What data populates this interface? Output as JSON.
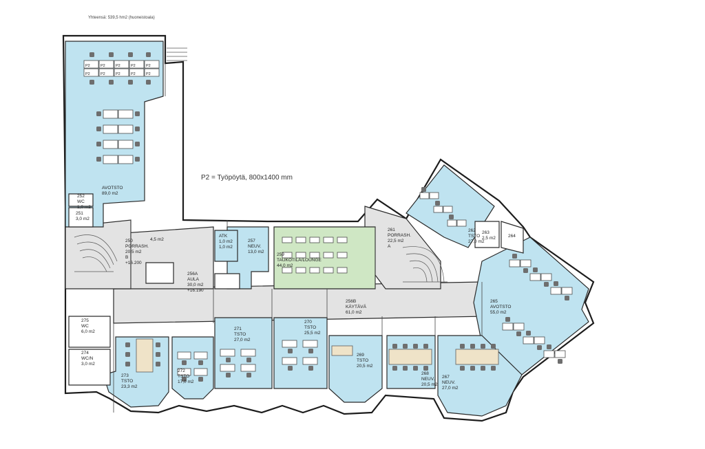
{
  "header": {
    "area_text": "Yhteensä: 539,5 hm2 (huoneistoala)"
  },
  "legend": {
    "text": "P2 = Työpöytä, 800x1400 mm"
  },
  "desk_tag": "P2",
  "rooms": [
    {
      "id": "avotsto-left",
      "lines": [
        "AVOTSTO",
        "89,0 m2"
      ]
    },
    {
      "id": "252",
      "lines": [
        "252",
        "WC",
        "1,0 m2"
      ]
    },
    {
      "id": "251",
      "lines": [
        "251",
        "3,0 m2"
      ]
    },
    {
      "id": "250",
      "lines": [
        "250",
        "PORRASH.",
        "20,5 m2",
        "B",
        "+16.200"
      ]
    },
    {
      "id": "253",
      "lines": [
        "4,5 m2"
      ]
    },
    {
      "id": "256A",
      "lines": [
        "256A",
        "AULA",
        "30,0 m2",
        "+16.190"
      ]
    },
    {
      "id": "atk",
      "lines": [
        "ATK",
        "1,0 m2",
        "1,0 m2"
      ]
    },
    {
      "id": "257",
      "lines": [
        "257",
        "NEUV.",
        "13,0 m2"
      ]
    },
    {
      "id": "259",
      "lines": [
        "259",
        "TAUKOTILA/LOUNGE",
        "44,0 m2"
      ]
    },
    {
      "id": "261",
      "lines": [
        "261",
        "PORRASH.",
        "22,5 m2",
        "A"
      ]
    },
    {
      "id": "262",
      "lines": [
        "262",
        "TSTO",
        "27,0 m2"
      ]
    },
    {
      "id": "263",
      "lines": [
        "263",
        "2,5 m2"
      ]
    },
    {
      "id": "264",
      "lines": [
        "264"
      ]
    },
    {
      "id": "256B",
      "lines": [
        "256B",
        "KÄYTÄVÄ",
        "61,0 m2"
      ]
    },
    {
      "id": "265",
      "lines": [
        "265",
        "AVOTSTO",
        "55,0 m2"
      ]
    },
    {
      "id": "275",
      "lines": [
        "275",
        "WC",
        "6,0 m2"
      ]
    },
    {
      "id": "274",
      "lines": [
        "274",
        "WC/N",
        "3,0 m2"
      ]
    },
    {
      "id": "273",
      "lines": [
        "273",
        "TSTO",
        "23,3 m2"
      ]
    },
    {
      "id": "272",
      "lines": [
        "272",
        "TSTO",
        "17,0 m2"
      ]
    },
    {
      "id": "271",
      "lines": [
        "271",
        "TSTO",
        "27,0 m2"
      ]
    },
    {
      "id": "270",
      "lines": [
        "270",
        "TSTO",
        "25,5 m2"
      ]
    },
    {
      "id": "269",
      "lines": [
        "269",
        "TSTO",
        "20,5 m2"
      ]
    },
    {
      "id": "268",
      "lines": [
        "268",
        "NEUV.",
        "20,5 m2"
      ]
    },
    {
      "id": "267",
      "lines": [
        "267",
        "NEUV.",
        "27,0 m2"
      ]
    }
  ],
  "colors": {
    "office": "#bfe3f0",
    "lounge": "#cfe7c4",
    "circulation": "#e3e3e3"
  }
}
